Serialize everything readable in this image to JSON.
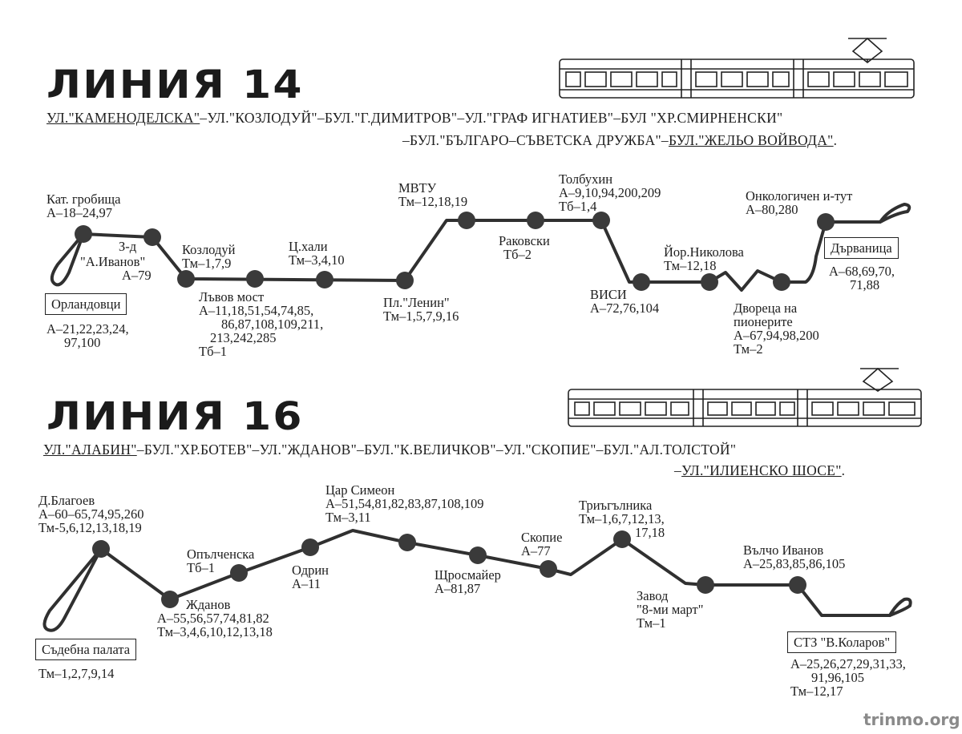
{
  "line14": {
    "title": "ЛИНИЯ 14",
    "streets": {
      "seg1": "УЛ.\"КАМЕНОДЕЛСКА\"",
      "seg2": "–УЛ.\"КОЗЛОДУЙ\"–БУЛ.\"Г.ДИМИТРОВ\"–УЛ.\"ГРАФ ИГНАТИЕВ\"–БУЛ \"ХР.СМИРНЕНСКИ\"",
      "seg3": "–БУЛ.\"БЪЛГАРО–СЪВЕТСКА ДРУЖБА\"–",
      "seg4": "БУЛ.\"ЖЕЛЬО ВОЙВОДА\"",
      "seg5": "."
    },
    "stops": {
      "orlandovtsi": {
        "name": "Орландовци",
        "l1": "А–21,22,23,24,",
        "l2": "97,100"
      },
      "kat": {
        "name": "Кат. гробища",
        "l1": "А–18–24,97"
      },
      "zd": {
        "name": "З-д",
        "l1": "\"А.Иванов\"",
        "l2": "А–79"
      },
      "kozloduy": {
        "name": "Козлодуй",
        "l1": "Тм–1,7,9"
      },
      "lvov": {
        "name": "Лъвов мост",
        "l1": "А–11,18,51,54,74,85,",
        "l2": "86,87,108,109,211,",
        "l3": "213,242,285",
        "l4": "Тб–1"
      },
      "tshali": {
        "name": "Ц.хали",
        "l1": "Тм–3,4,10"
      },
      "lenin": {
        "name": "Пл.\"Ленин\"",
        "l1": "Тм–1,5,7,9,16"
      },
      "mvtu": {
        "name": "МВТУ",
        "l1": "Тм–12,18,19"
      },
      "rakovski": {
        "name": "Раковски",
        "l1": "Тб–2"
      },
      "tolbuhin": {
        "name": "Толбухин",
        "l1": "А–9,10,94,200,209",
        "l2": "Тб–1,4"
      },
      "visi": {
        "name": "ВИСИ",
        "l1": "А–72,76,104"
      },
      "nikolova": {
        "name": "Йор.Николова",
        "l1": "Тм–12,18"
      },
      "dvoretsa": {
        "name": "Двореца на",
        "l1": "пионерите",
        "l2": "А–67,94,98,200",
        "l3": "Тм–2"
      },
      "onko": {
        "name": "Онкологичен и-тут",
        "l1": "А–80,280"
      },
      "darvenitsa": {
        "name": "Дърваница",
        "l1": "А–68,69,70,",
        "l2": "71,88"
      }
    }
  },
  "line16": {
    "title": "ЛИНИЯ 16",
    "streets": {
      "seg1": "УЛ.\"АЛАБИН\"",
      "seg2": "–БУЛ.\"ХР.БОТЕВ\"–УЛ.\"ЖДАНОВ\"–БУЛ.\"К.ВЕЛИЧКОВ\"–УЛ.\"СКОПИЕ\"–БУЛ.\"АЛ.ТОЛСТОЙ\"",
      "seg3": "–",
      "seg4": "УЛ.\"ИЛИЕНСКО ШОСЕ\"",
      "seg5": "."
    },
    "stops": {
      "sadebna": {
        "name": "Съдебна палата",
        "l1": "Тм–1,2,7,9,14"
      },
      "blagoev": {
        "name": "Д.Благоев",
        "l1": "А–60–65,74,95,260",
        "l2": "Тм-5,6,12,13,18,19"
      },
      "zhdanov": {
        "name": "Жданов",
        "l1": "А–55,56,57,74,81,82",
        "l2": "Тм–3,4,6,10,12,13,18"
      },
      "opalchenska": {
        "name": "Опълченска",
        "l1": "Тб–1"
      },
      "odrin": {
        "name": "Одрин",
        "l1": "А–11"
      },
      "simeon": {
        "name": "Цар Симеон",
        "l1": "А–51,54,81,82,83,87,108,109",
        "l2": "Тм–3,11"
      },
      "shtrosmayer": {
        "name": "Щросмайер",
        "l1": "А–81,87"
      },
      "skopie": {
        "name": "Скопие",
        "l1": "А–77"
      },
      "triagalnika": {
        "name": "Триъгълника",
        "l1": "Тм–1,6,7,12,13,",
        "l2": "17,18"
      },
      "zavod": {
        "name": "Завод",
        "l1": "\"8-ми март\"",
        "l2": "Тм–1"
      },
      "valcho": {
        "name": "Вълчо Иванов",
        "l1": "А–25,83,85,86,105"
      },
      "stz": {
        "name": "СТЗ \"В.Коларов\"",
        "l1": "А–25,26,27,29,31,33,",
        "l2": "91,96,105",
        "l3": "Тм–12,17"
      }
    }
  },
  "credit": "trinmo.org"
}
